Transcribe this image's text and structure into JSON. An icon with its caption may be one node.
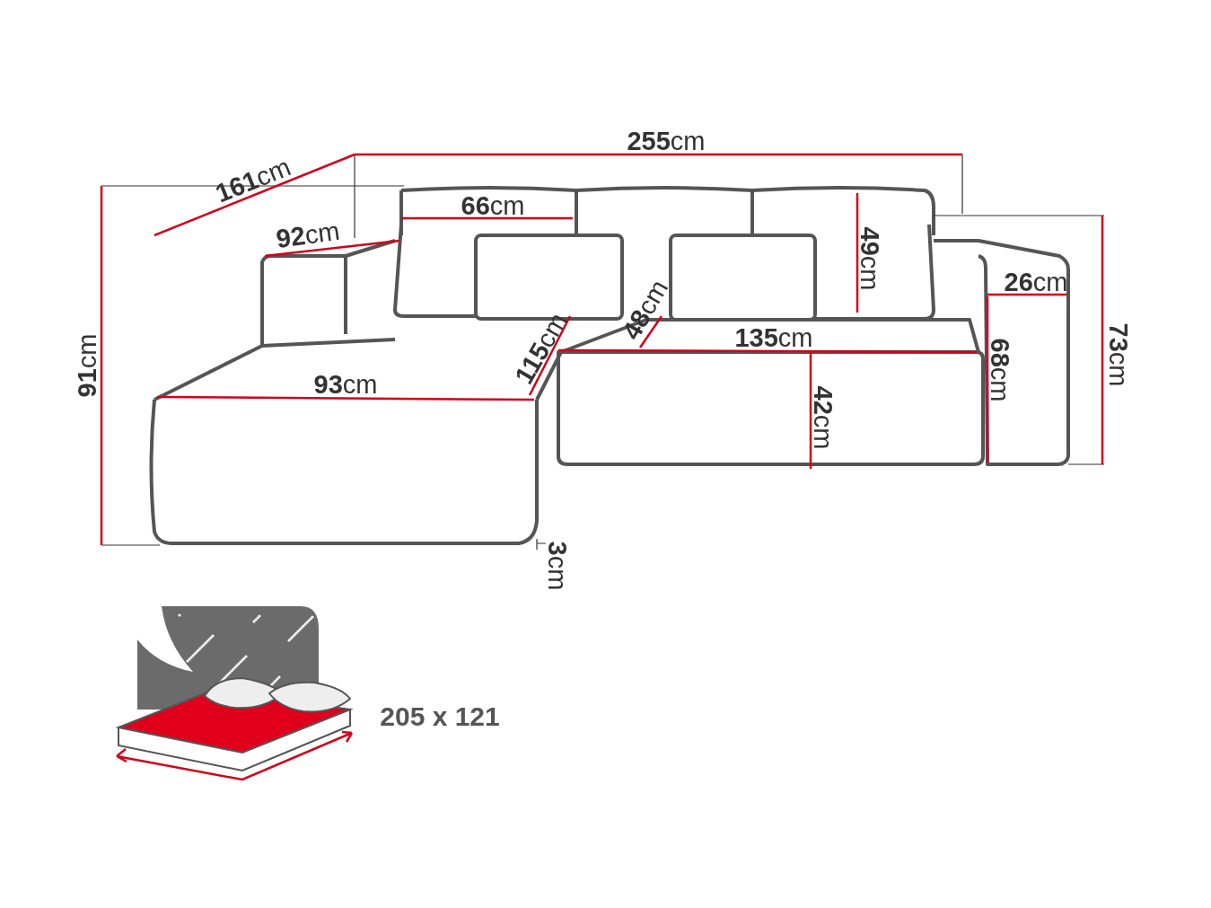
{
  "diagram": {
    "labels": [
      "**255**cm",
      "**161**cm",
      "**66**cm",
      "**92**cm",
      "**49**cm",
      "**26**cm",
      "**73**cm",
      "**91**cm",
      "**48**cm",
      "**135**cm",
      "**115**cm",
      "**93**cm",
      "**68**cm",
      "**42**cm",
      "**3**cm",
      "205 x 121"
    ]
  }
}
